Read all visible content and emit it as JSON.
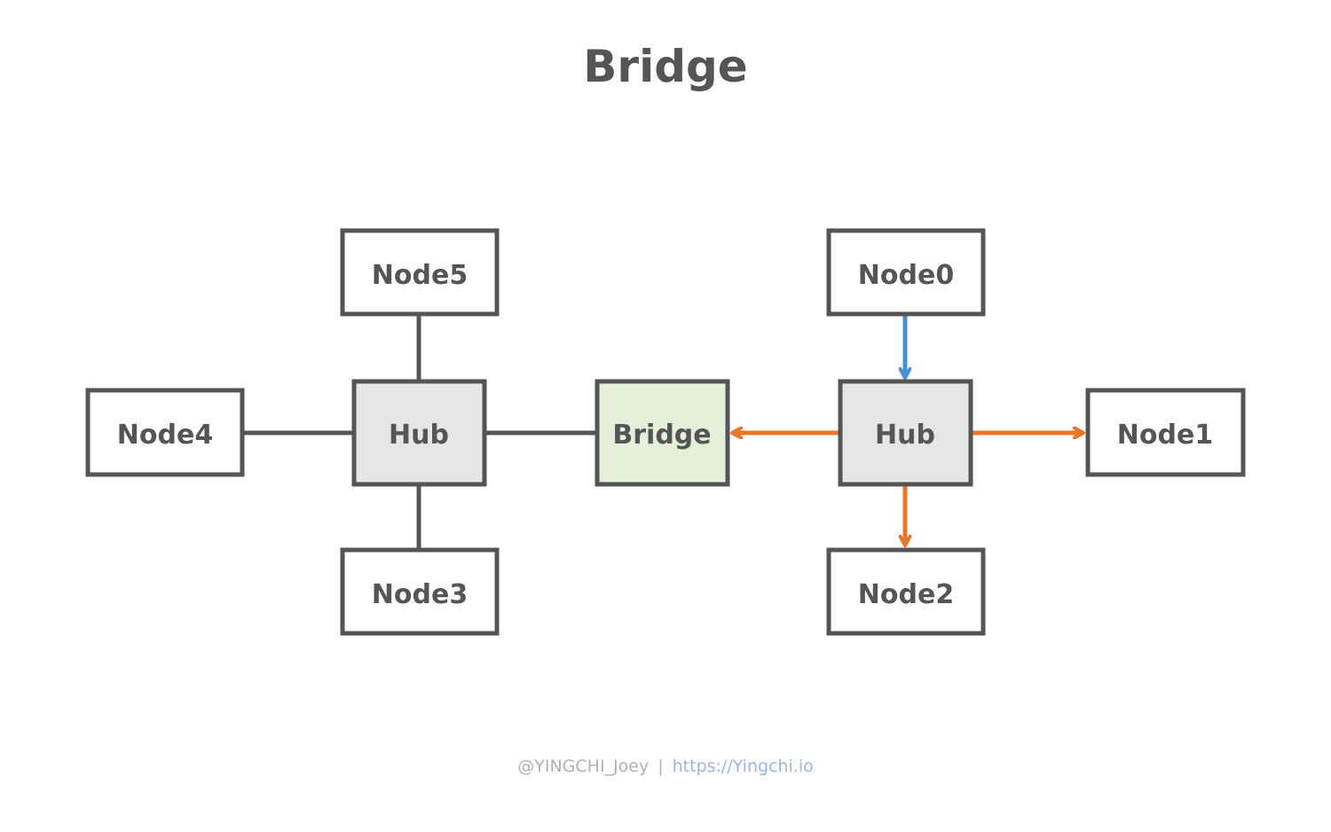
{
  "title": "Bridge",
  "nodes": {
    "node5": "Node5",
    "node4": "Node4",
    "hub_left": "Hub",
    "node3": "Node3",
    "bridge": "Bridge",
    "node0": "Node0",
    "hub_right": "Hub",
    "node1": "Node1",
    "node2": "Node2"
  },
  "colors": {
    "box_border": "#555555",
    "hub_fill": "#e6e6e6",
    "bridge_fill": "#e3f0da",
    "connector": "#555555",
    "incoming_arrow": "#4a90d0",
    "outgoing_arrow": "#e8772e"
  },
  "footer": {
    "handle": "@YINGCHI_Joey",
    "separator": "|",
    "url": "https://Yingchi.io"
  }
}
